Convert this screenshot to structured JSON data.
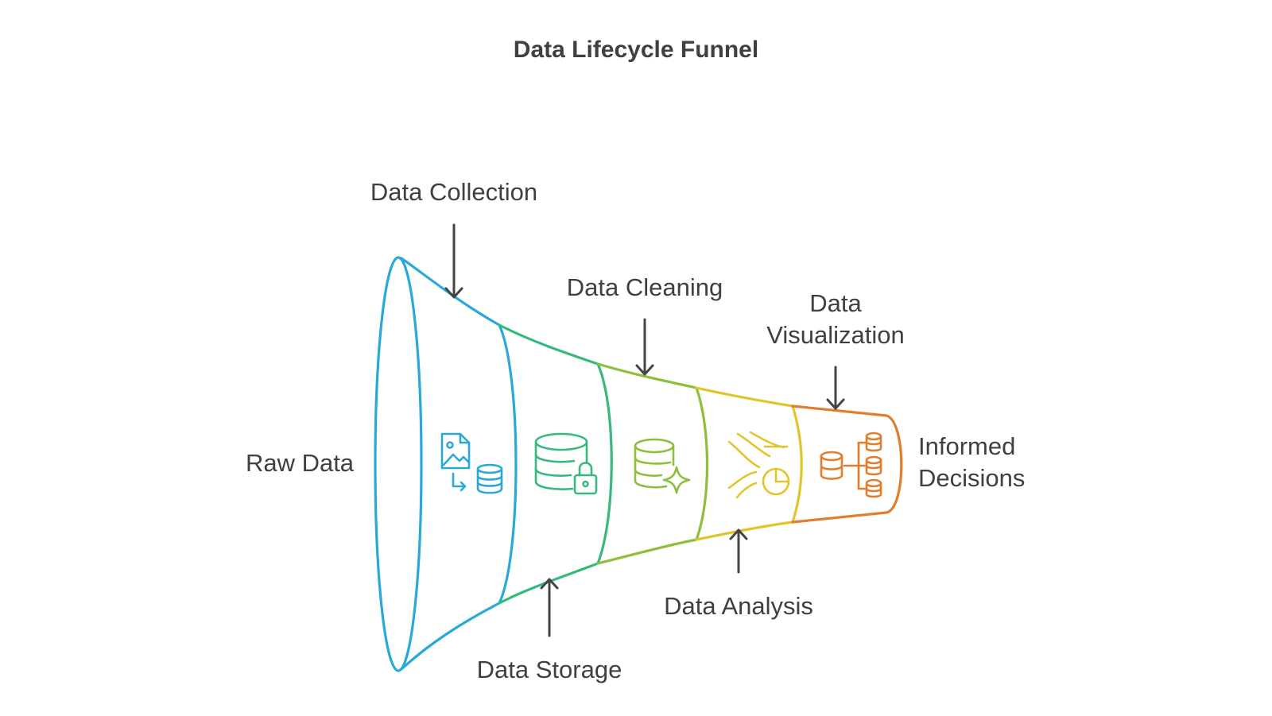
{
  "title": "Data Lifecycle Funnel",
  "labels": {
    "raw_data": "Raw Data",
    "data_collection": "Data Collection",
    "data_storage": "Data Storage",
    "data_cleaning": "Data Cleaning",
    "data_analysis": "Data Analysis",
    "data_visualization_line1": "Data",
    "data_visualization_line2": "Visualization",
    "informed_decisions_line1": "Informed",
    "informed_decisions_line2": "Decisions"
  },
  "stages": [
    {
      "key": "data-collection",
      "color": "#2AA9D8",
      "icon": "image-to-database-icon"
    },
    {
      "key": "data-storage",
      "color": "#36B97C",
      "icon": "locked-database-icon"
    },
    {
      "key": "data-cleaning",
      "color": "#8CBF3A",
      "icon": "sparkle-database-icon"
    },
    {
      "key": "data-analysis",
      "color": "#E2C52A",
      "icon": "pie-chart-flow-icon"
    },
    {
      "key": "data-visualization",
      "color": "#E07E2E",
      "icon": "database-hierarchy-icon"
    }
  ]
}
